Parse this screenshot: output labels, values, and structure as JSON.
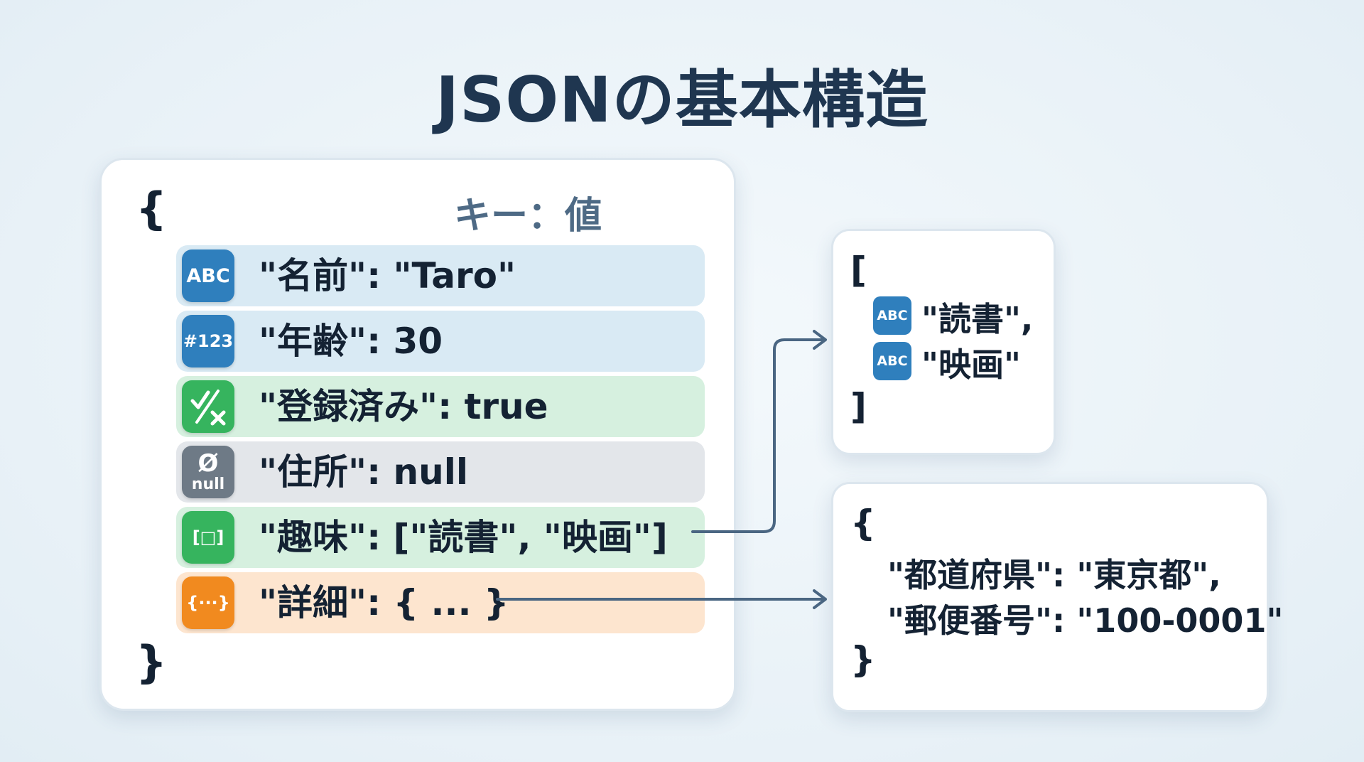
{
  "title": "JSONの基本構造",
  "main": {
    "open_brace": "{",
    "close_brace": "}",
    "header": "キー：値",
    "rows": [
      {
        "type": "string",
        "badge": "ABC",
        "text": "\"名前\": \"Taro\"",
        "bg": "#d9eaf4",
        "badge_color": "#2f7fbd"
      },
      {
        "type": "number",
        "badge": "#123",
        "text": "\"年齢\": 30",
        "bg": "#d9eaf4",
        "badge_color": "#2f7fbd"
      },
      {
        "type": "boolean",
        "badge": "✓⁄✕",
        "text": "\"登録済み\": true",
        "bg": "#d6f0df",
        "badge_color": "#36b45e"
      },
      {
        "type": "null",
        "badge_symbol": "Ø",
        "badge_label": "null",
        "text": "\"住所\": null",
        "bg": "#e3e6ea",
        "badge_color": "#6e7a86"
      },
      {
        "type": "array",
        "badge": "[□]",
        "text": "\"趣味\": [\"読書\", \"映画\"]",
        "bg": "#d6f0df",
        "badge_color": "#36b45e"
      },
      {
        "type": "object",
        "badge": "{···}",
        "text": "\"詳細\": { ... }",
        "bg": "#fde5cf",
        "badge_color": "#f18a1f"
      }
    ]
  },
  "array_panel": {
    "open": "[",
    "close": "]",
    "items": [
      {
        "badge": "ABC",
        "text": "\"読書\","
      },
      {
        "badge": "ABC",
        "text": "\"映画\""
      }
    ]
  },
  "object_panel": {
    "open": "{",
    "close": "}",
    "lines": [
      "\"都道府県\": \"東京都\",",
      "\"郵便番号\": \"100-0001\""
    ]
  },
  "colors": {
    "title": "#1f3650",
    "connector": "#4a6682"
  }
}
